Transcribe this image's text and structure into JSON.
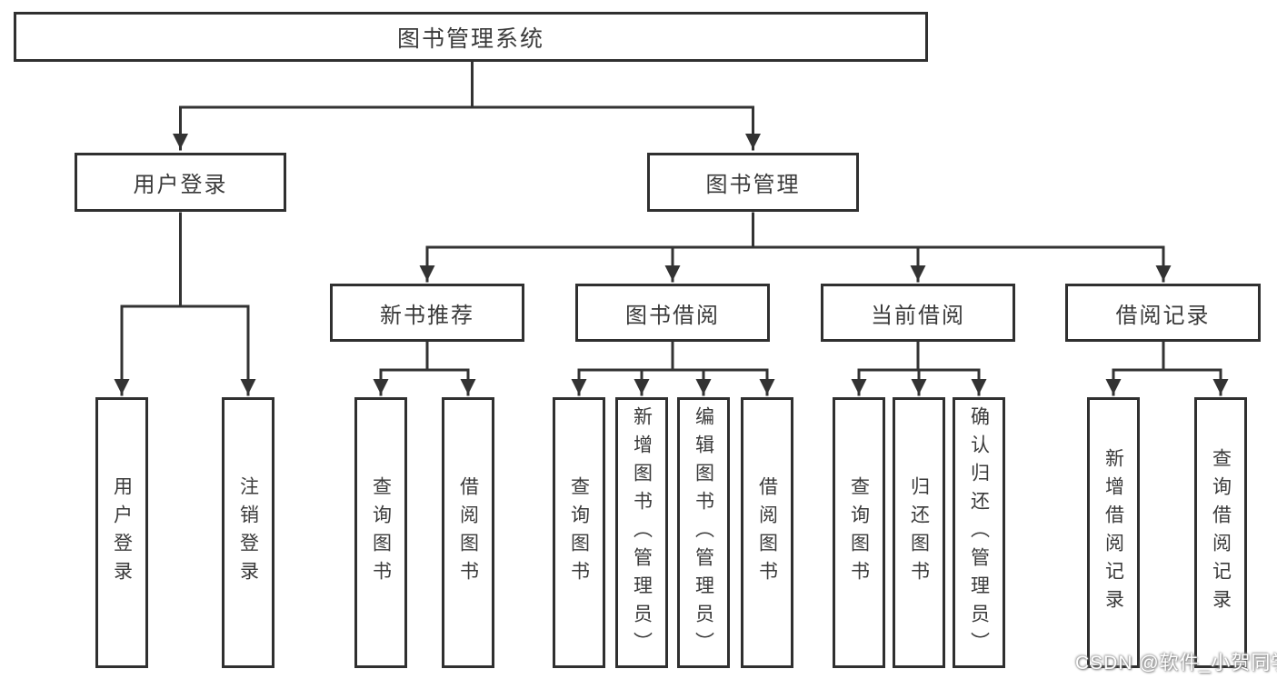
{
  "diagram": {
    "type": "hierarchy-tree",
    "watermark": "CSDN @软件_小贺同学"
  },
  "tree": {
    "label": "图书管理系统",
    "children": [
      {
        "label": "用户登录",
        "children": [
          {
            "label": "用户登录"
          },
          {
            "label": "注销登录"
          }
        ]
      },
      {
        "label": "图书管理",
        "children": [
          {
            "label": "新书推荐",
            "children": [
              {
                "label": "查询图书"
              },
              {
                "label": "借阅图书"
              }
            ]
          },
          {
            "label": "图书借阅",
            "children": [
              {
                "label": "查询图书"
              },
              {
                "label": "新增图书（管理员）"
              },
              {
                "label": "编辑图书（管理员）"
              },
              {
                "label": "借阅图书"
              }
            ]
          },
          {
            "label": "当前借阅",
            "children": [
              {
                "label": "查询图书"
              },
              {
                "label": "归还图书"
              },
              {
                "label": "确认归还（管理员）"
              }
            ]
          },
          {
            "label": "借阅记录",
            "children": [
              {
                "label": "新增借阅记录"
              },
              {
                "label": "查询借阅记录"
              }
            ]
          }
        ]
      }
    ]
  },
  "colors": {
    "line": "#333333",
    "box_border": "#303030",
    "text": "#3a3a3a",
    "background": "#ffffff",
    "watermark_text": "#ffffff"
  }
}
